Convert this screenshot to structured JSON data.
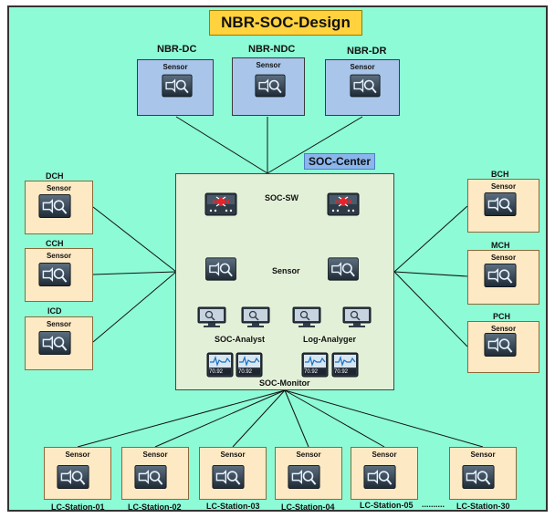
{
  "title": "NBR-SOC-Design",
  "top_sites": [
    {
      "name": "NBR-DC",
      "sensor": "Sensor"
    },
    {
      "name": "NBR-NDC",
      "sensor": "Sensor"
    },
    {
      "name": "NBR-DR",
      "sensor": "Sensor"
    }
  ],
  "left_sites": [
    {
      "name": "DCH",
      "sensor": "Sensor"
    },
    {
      "name": "CCH",
      "sensor": "Sensor"
    },
    {
      "name": "ICD",
      "sensor": "Sensor"
    }
  ],
  "right_sites": [
    {
      "name": "BCH",
      "sensor": "Sensor"
    },
    {
      "name": "MCH",
      "sensor": "Sensor"
    },
    {
      "name": "PCH",
      "sensor": "Sensor"
    }
  ],
  "soc_center": {
    "title": "SOC-Center",
    "switch_label": "SOC-SW",
    "sensor_label": "Sensor",
    "analyst_label": "SOC-Analyst",
    "log_label": "Log-Analyger",
    "monitor_label": "SOC-Monitor",
    "monitor_readout": "70.92"
  },
  "stations": [
    {
      "name": "LC-Station-01",
      "sensor": "Sensor"
    },
    {
      "name": "LC-Station-02",
      "sensor": "Sensor"
    },
    {
      "name": "LC-Station-03",
      "sensor": "Sensor"
    },
    {
      "name": "LC-Station-04",
      "sensor": "Sensor"
    },
    {
      "name": "LC-Station-05",
      "sensor": "Sensor"
    },
    {
      "name": "LC-Station-30",
      "sensor": "Sensor"
    }
  ],
  "ellipsis": "..........",
  "colors": {
    "background": "#8dfbd6",
    "title_fill": "#ffd23e",
    "top_node_fill": "#a9c6ea",
    "side_node_fill": "#fde9c3",
    "center_fill": "#e3f0d8",
    "soc_title_fill": "#8ab6ec"
  },
  "icons": {
    "sensor": "sensor-appliance-icon",
    "switch": "security-switch-icon",
    "analyst": "analyst-workstation-icon",
    "log": "log-analyzer-icon",
    "monitor": "monitor-display-icon"
  }
}
